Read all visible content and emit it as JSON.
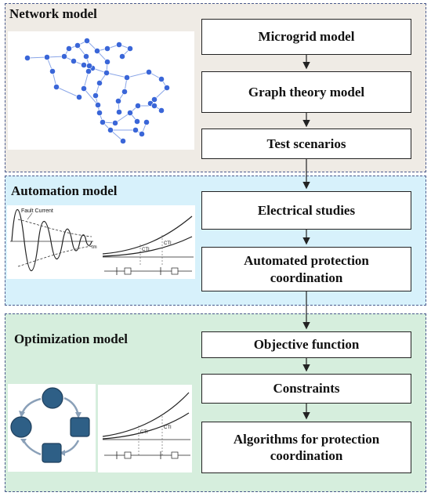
{
  "panels": {
    "network": {
      "title": "Network model"
    },
    "automation": {
      "title": "Automation model"
    },
    "optimization": {
      "title": "Optimization model"
    }
  },
  "steps": [
    "Microgrid model",
    "Graph theory model",
    "Test scenarios",
    "Electrical studies",
    "Automated protection coordination",
    "Objective function",
    "Constraints",
    "Algorithms for protection coordination"
  ],
  "step_lines": {
    "auto_prot": [
      "Automated protection",
      "coordination"
    ],
    "algo": [
      "Algorithms for protection",
      "coordination"
    ]
  },
  "figures": {
    "fault_current_label": "Fault Current",
    "time_label": "tm",
    "cti_label": "CTI"
  },
  "colors": {
    "network_bg": "#efebe5",
    "automation_bg": "#d7f1fb",
    "optimization_bg": "#d6eedd",
    "node_blue": "#3a66d8",
    "cycle_node": "#2e5f86"
  }
}
